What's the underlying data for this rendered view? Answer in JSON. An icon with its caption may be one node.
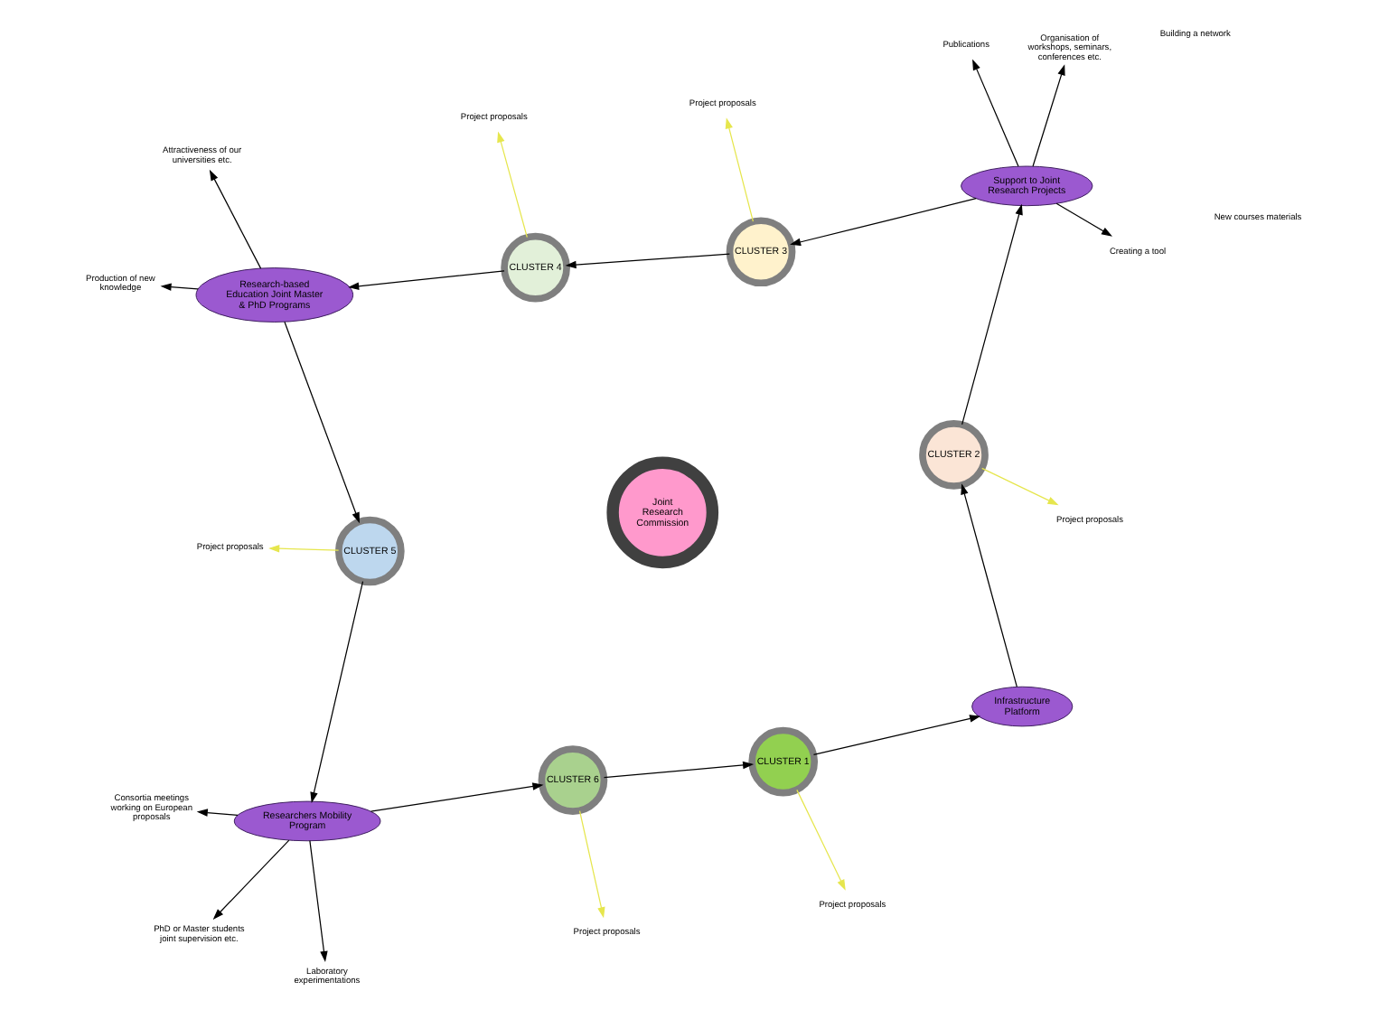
{
  "diagram": {
    "nodes": [
      {
        "text": [
          "Consortia meetings working on European proposals"
        ]
      },
      {
        "text": [
          "Laboratory experimentations"
        ]
      },
      {
        "text": [
          "PhD or Master students joint supervision etc."
        ]
      },
      {
        "text": [
          "Researchers Mobility Program"
        ]
      },
      {
        "text": [
          "Project proposals"
        ]
      },
      {
        "text": [
          "CLUSTER 6"
        ]
      },
      {
        "text": [
          "Project proposals"
        ]
      },
      {
        "text": [
          "CLUSTER 1"
        ]
      },
      {
        "text": [
          "Infrastructure Platform"
        ]
      },
      {
        "text": [
          "CLUSTER 5"
        ]
      },
      {
        "text": [
          "Joint Research Commission"
        ]
      },
      {
        "text": [
          "Project proposals"
        ]
      },
      {
        "text": [
          "Project proposals"
        ]
      },
      {
        "text": [
          "CLUSTER 2"
        ]
      },
      {
        "text": [
          "Production of new knowledge"
        ]
      },
      {
        "text": [
          "Research-based Education Joint Master & PhD Programs"
        ]
      },
      {
        "text": [
          "CLUSTER 4"
        ]
      },
      {
        "text": [
          "CLUSTER 3"
        ]
      },
      {
        "text": [
          "Organisation of workshops, seminars, conferences etc."
        ]
      },
      {
        "text": [
          "Project proposals"
        ]
      },
      {
        "text": [
          "Support to Joint Research Projects"
        ]
      },
      {
        "text": [
          "Publications"
        ]
      },
      {
        "text": [
          "Attractiveness of our universities etc."
        ]
      },
      {
        "text": [
          "Creating a tool"
        ]
      },
      {
        "text": [
          "Project proposals"
        ]
      }
    ],
    "edges": [
      {
        "from": 3,
        "to": 5,
        "arrow": "to"
      },
      {
        "from": 5,
        "to": 7,
        "arrow": "to"
      },
      {
        "from": 7,
        "to": 8,
        "arrow": "to"
      },
      {
        "from": 8,
        "to": 13,
        "arrow": "to"
      },
      {
        "from": 13,
        "to": 20,
        "arrow": "to"
      },
      {
        "from": 20,
        "to": 17,
        "arrow": "to"
      },
      {
        "from": 17,
        "to": 16,
        "arrow": "to"
      },
      {
        "from": 16,
        "to": 15,
        "arrow": "to"
      },
      {
        "from": 15,
        "to": 9,
        "arrow": "to"
      },
      {
        "from": 9,
        "to": 3,
        "arrow": "to"
      },
      {
        "from": 3,
        "to": 0,
        "arrow": "to"
      },
      {
        "from": 3,
        "to": 1,
        "arrow": "to"
      },
      {
        "from": 3,
        "to": 2,
        "arrow": "to"
      },
      {
        "from": 15,
        "to": 14,
        "arrow": "to"
      },
      {
        "from": 15,
        "to": 22,
        "arrow": "to"
      },
      {
        "from": 20,
        "to": 18,
        "arrow": "to"
      },
      {
        "from": 20,
        "to": 21,
        "arrow": "to"
      },
      {
        "from": 20,
        "to": 23,
        "arrow": "to"
      },
      {
        "from": 5,
        "to": 4,
        "arrow": "to",
        "color": "#e6e64d"
      },
      {
        "from": 7,
        "to": 6,
        "arrow": "to",
        "color": "#e6e64d"
      },
      {
        "from": 9,
        "to": 11,
        "arrow": "to",
        "color": "#e6e64d"
      },
      {
        "from": 13,
        "to": 12,
        "arrow": "to",
        "color": "#e6e64d"
      },
      {
        "from": 16,
        "to": 19,
        "arrow": "to",
        "color": "#e6e64d"
      },
      {
        "from": 17,
        "to": 24,
        "arrow": "to",
        "color": "#e6e64d"
      }
    ],
    "labels": [
      "New courses materials",
      "Building a network"
    ]
  }
}
